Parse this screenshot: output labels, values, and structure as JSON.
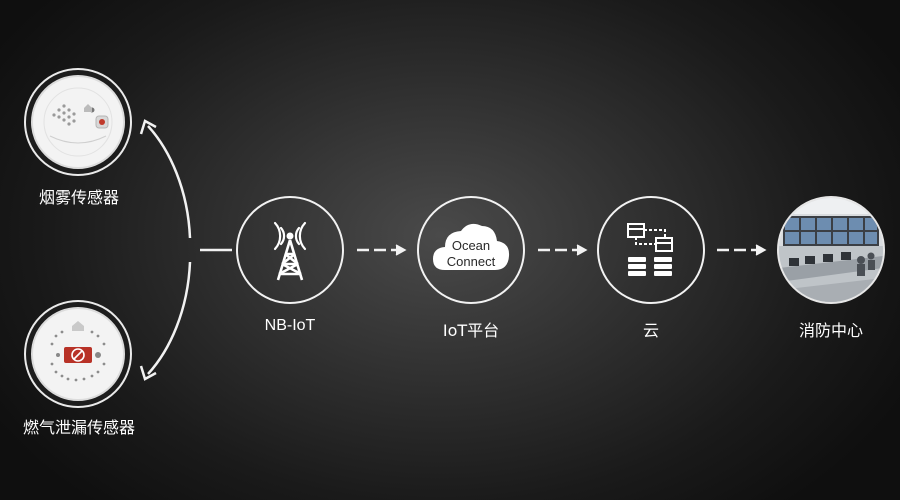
{
  "nodes": {
    "smoke_sensor": {
      "label": "烟雾传感器"
    },
    "gas_sensor": {
      "label": "燃气泄漏传感器"
    },
    "nbiot": {
      "label": "NB-IoT"
    },
    "iot_platform": {
      "label": "IoT平台",
      "cloud_line1": "Ocean",
      "cloud_line2": "Connect"
    },
    "cloud": {
      "label": "云"
    },
    "fire_center": {
      "label": "消防中心"
    }
  },
  "icons": {
    "nbiot": "tower-antenna-icon",
    "iot_platform": "cloud-icon",
    "cloud": "server-network-icon",
    "fire_center": "monitoring-room-photo"
  },
  "colors": {
    "background": "#2a2a2a",
    "stroke": "#f2f2f2",
    "text": "#ffffff"
  }
}
